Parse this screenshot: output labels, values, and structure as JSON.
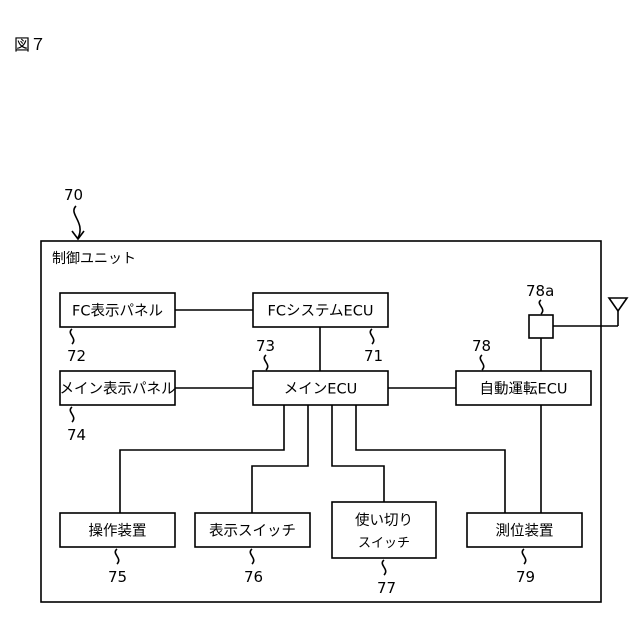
{
  "figure_label": "図７",
  "unit": {
    "ref": "70",
    "title": "制御ユニット"
  },
  "blocks": {
    "fc_panel": {
      "label": "FC表示パネル",
      "ref": "72"
    },
    "fc_ecu": {
      "label": "FCシステムECU",
      "ref": "71"
    },
    "main_panel": {
      "label": "メイン表示パネル",
      "ref": "74"
    },
    "main_ecu": {
      "label": "メインECU",
      "ref": "73"
    },
    "auto_ecu": {
      "label": "自動運転ECU",
      "ref": "78"
    },
    "antenna_box": {
      "label": "",
      "ref": "78a"
    },
    "operation": {
      "label": "操作装置",
      "ref": "75"
    },
    "display_sw": {
      "label": "表示スイッチ",
      "ref": "76"
    },
    "disposable_sw": {
      "label_line1": "使い切り",
      "label_line2": "スイッチ",
      "ref": "77"
    },
    "positioning": {
      "label": "測位装置",
      "ref": "79"
    }
  }
}
